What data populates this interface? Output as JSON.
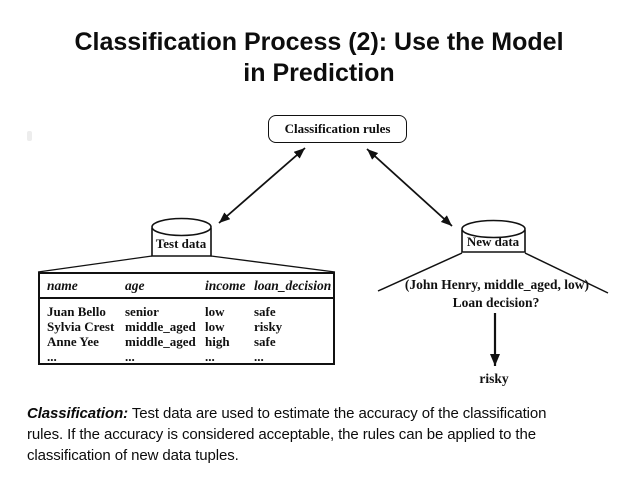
{
  "title": {
    "line1": "Classification Process (2): Use the Model",
    "line2": "in Prediction"
  },
  "diagram": {
    "rules_box_label": "Classification rules",
    "test_db_label": "Test data",
    "new_db_label": "New data",
    "new_tuple": "(John Henry, middle_aged, low)",
    "question": "Loan decision?",
    "prediction": "risky"
  },
  "table": {
    "headers": [
      "name",
      "age",
      "income",
      "loan_decision"
    ],
    "rows": [
      [
        "Juan Bello",
        "senior",
        "low",
        "safe"
      ],
      [
        "Sylvia Crest",
        "middle_aged",
        "low",
        "risky"
      ],
      [
        "Anne Yee",
        "middle_aged",
        "high",
        "safe"
      ],
      [
        "...",
        "...",
        "...",
        "..."
      ]
    ]
  },
  "caption": {
    "lead": "Classification:",
    "line1_rest": " Test data are used to estimate the accuracy of the classification",
    "line2": "rules. If the accuracy is considered acceptable, the rules can be applied to the",
    "line3": "classification of new data tuples."
  },
  "colors": {
    "ink": "#111111",
    "background": "#ffffff"
  }
}
